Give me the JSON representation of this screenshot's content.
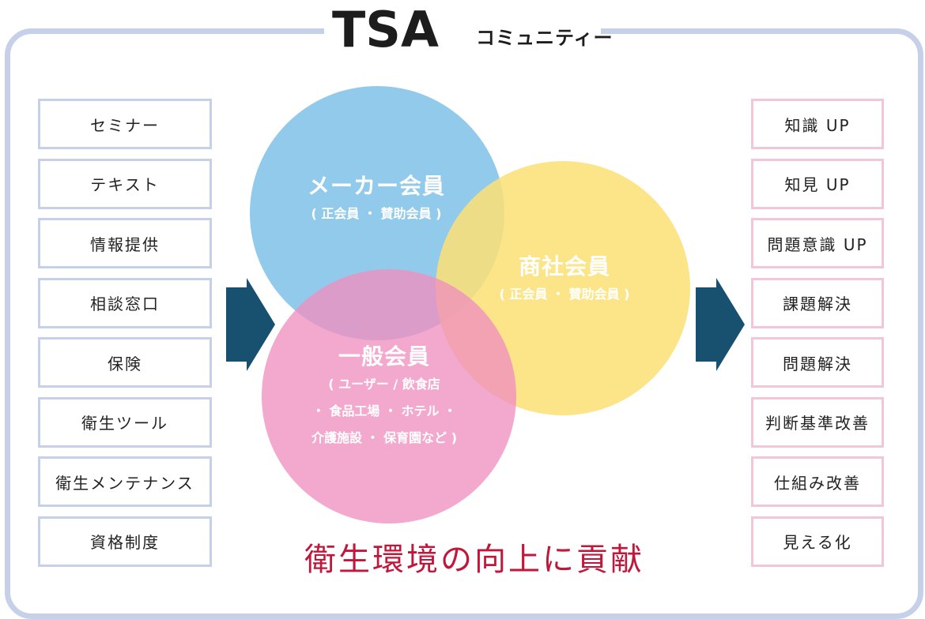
{
  "logo": {
    "mark": "TSA",
    "subtitle": "コミュニティー"
  },
  "left_items": [
    "セミナー",
    "テキスト",
    "情報提供",
    "相談窓口",
    "保険",
    "衛生ツール",
    "衛生メンテナンス",
    "資格制度"
  ],
  "right_items": [
    "知識 UP",
    "知見 UP",
    "問題意識 UP",
    "課題解決",
    "問題解決",
    "判断基準改善",
    "仕組み改善",
    "見える化"
  ],
  "circles": {
    "maker": {
      "title": "メーカー会員",
      "sub": "( 正会員 ・ 賛助会員 )",
      "color": "#7ec1e8"
    },
    "trade": {
      "title": "商社会員",
      "sub": "( 正会員 ・ 賛助会員 )",
      "color": "#fbe074"
    },
    "general": {
      "title": "一般会員",
      "sub_lines": [
        "( ユーザー / 飲食店",
        "・ 食品工場 ・ ホテル ・",
        "介護施設 ・ 保育園など )"
      ],
      "color": "#ef90bf"
    }
  },
  "footer": "衛生環境の向上に貢献",
  "colors": {
    "frame": "#c6d0e9",
    "left_border": "#c6d0e9",
    "right_border": "#f2c6da",
    "arrow": "#17516f",
    "footer": "#c1173a"
  }
}
